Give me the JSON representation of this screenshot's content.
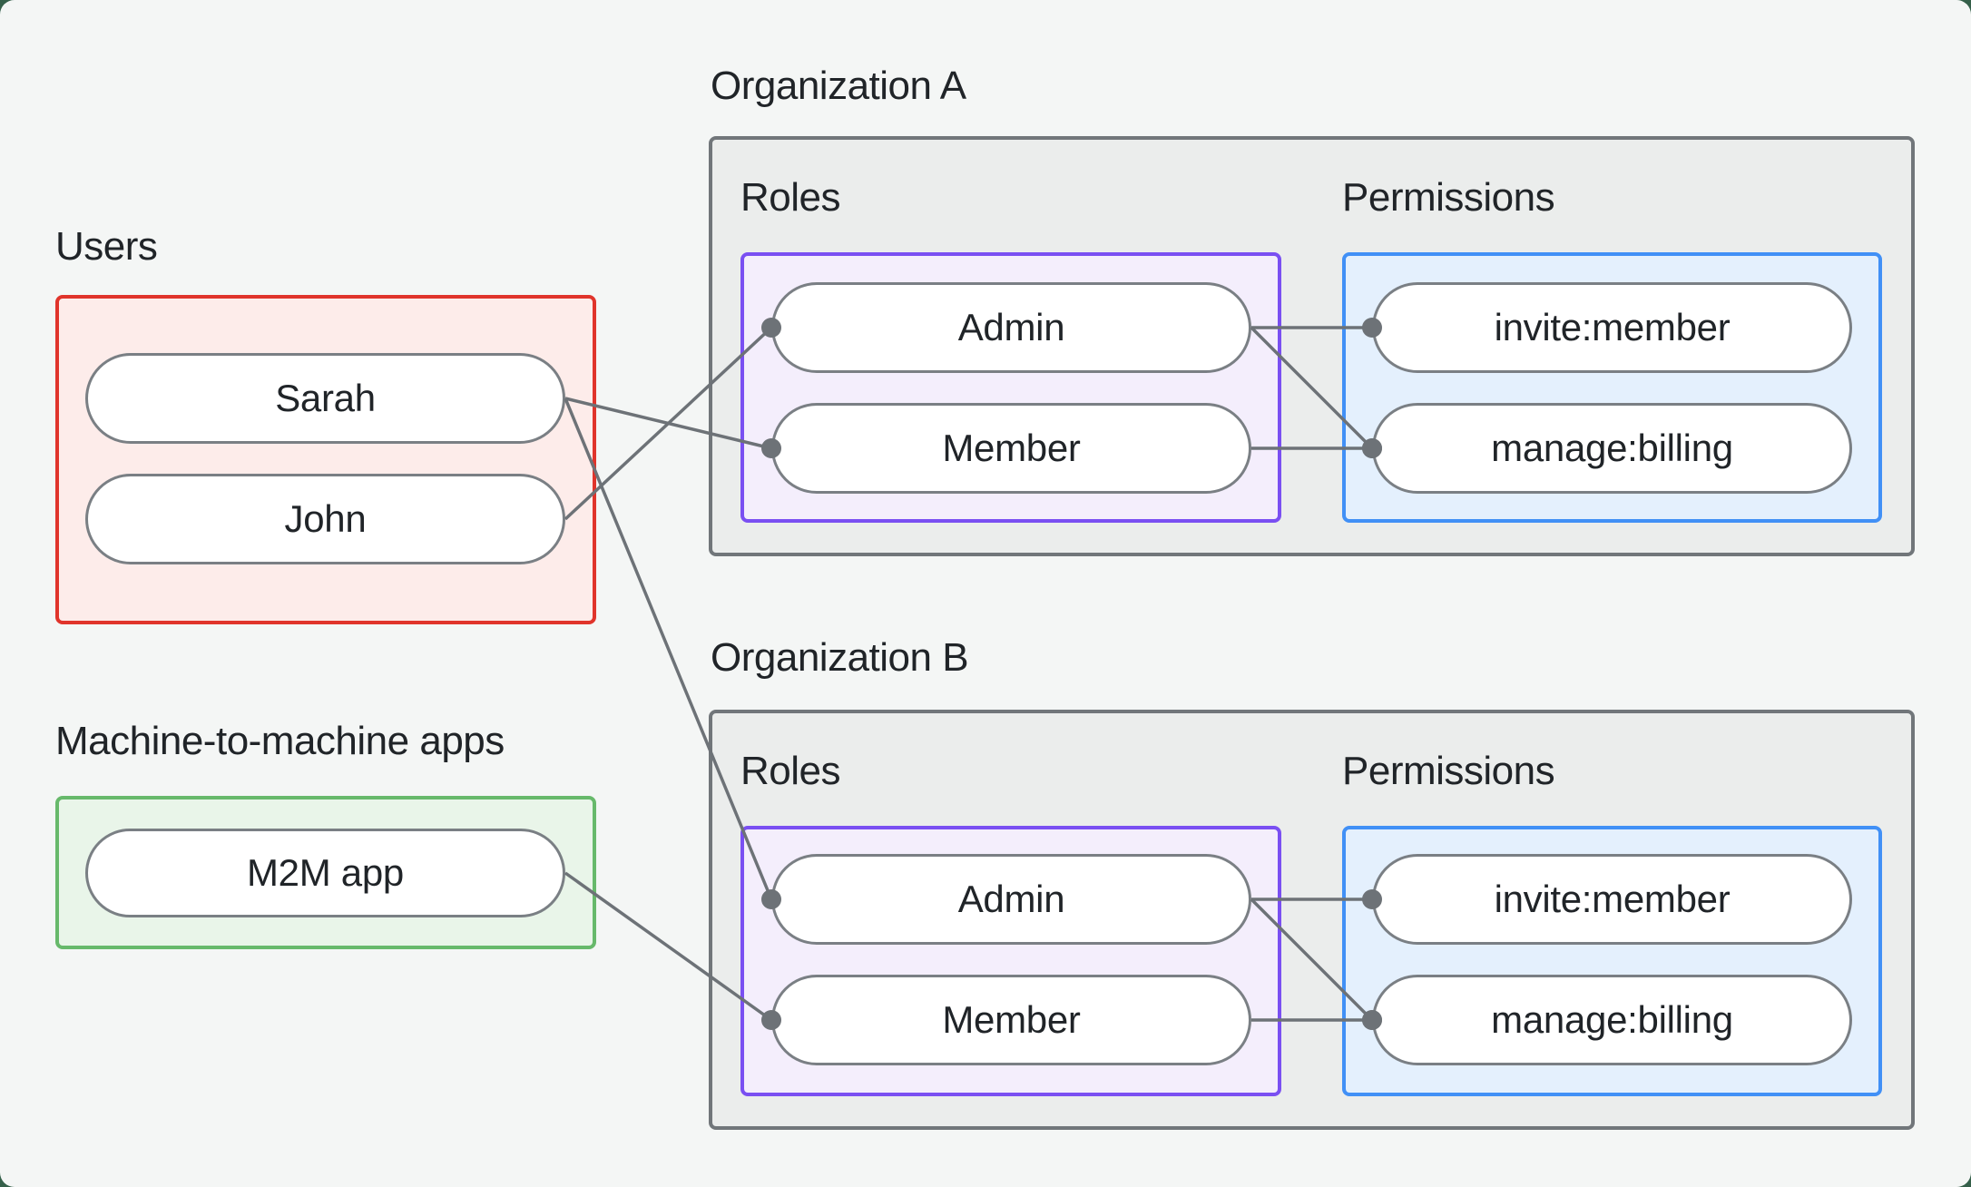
{
  "palette": {
    "outer_bg": "#35604a",
    "canvas_bg": "#f4f6f5",
    "text": "#202428",
    "org_fill": "#ebedec",
    "org_border": "#71767a",
    "red_border": "#e0342b",
    "red_fill": "#fdecea",
    "green_border": "#67b96b",
    "green_fill": "#e9f5e9",
    "purple_border": "#7a4ff2",
    "purple_fill": "#f4eefc",
    "blue_border": "#4190f6",
    "blue_fill": "#e4f0fd",
    "pill_border": "#7a7f84",
    "connector": "#6d7277"
  },
  "users_section": {
    "label": "Users",
    "users": [
      "Sarah",
      "John"
    ]
  },
  "m2m_section": {
    "label": "Machine-to-machine apps",
    "apps": [
      "M2M app"
    ]
  },
  "organizations": [
    {
      "title": "Organization A",
      "roles": {
        "label": "Roles",
        "items": [
          "Admin",
          "Member"
        ]
      },
      "permissions": {
        "label": "Permissions",
        "items": [
          "invite:member",
          "manage:billing"
        ]
      }
    },
    {
      "title": "Organization B",
      "roles": {
        "label": "Roles",
        "items": [
          "Admin",
          "Member"
        ]
      },
      "permissions": {
        "label": "Permissions",
        "items": [
          "invite:member",
          "manage:billing"
        ]
      }
    }
  ],
  "connections": [
    {
      "from": "sarah",
      "to": "orgA-member"
    },
    {
      "from": "john",
      "to": "orgA-admin"
    },
    {
      "from": "sarah",
      "to": "orgB-admin"
    },
    {
      "from": "m2m-app",
      "to": "orgB-member"
    },
    {
      "from": "orgA-admin",
      "to": "orgA-invite"
    },
    {
      "from": "orgA-admin",
      "to": "orgA-manage"
    },
    {
      "from": "orgA-member",
      "to": "orgA-manage"
    },
    {
      "from": "orgB-admin",
      "to": "orgB-invite"
    },
    {
      "from": "orgB-admin",
      "to": "orgB-manage"
    },
    {
      "from": "orgB-member",
      "to": "orgB-manage"
    }
  ]
}
